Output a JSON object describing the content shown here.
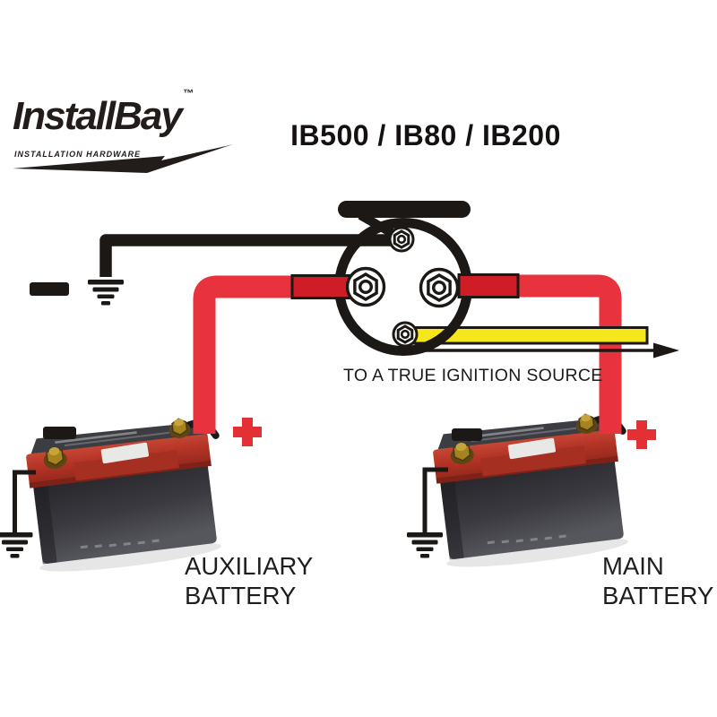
{
  "logo": {
    "brand": "InstallBay",
    "trademark": "™",
    "tagline": "INSTALLATION HARDWARE"
  },
  "title": "IB500 / IB80 / IB200",
  "labels": {
    "ignition": "TO A TRUE IGNITION SOURCE",
    "aux_battery": {
      "line1": "AUXILIARY",
      "line2": "BATTERY"
    },
    "main_battery": {
      "line1": "MAIN",
      "line2": "BATTERY"
    }
  },
  "colors": {
    "wire_red": "#e8333e",
    "terminal_lug_red": "#ce1d26",
    "wire_yellow": "#f6e71c",
    "wire_black": "#1c1815",
    "plus_red": "#e23034",
    "battery_lid_red": "#b23326",
    "battery_body_gray": "#333338",
    "text_black": "#1d1b1a"
  }
}
